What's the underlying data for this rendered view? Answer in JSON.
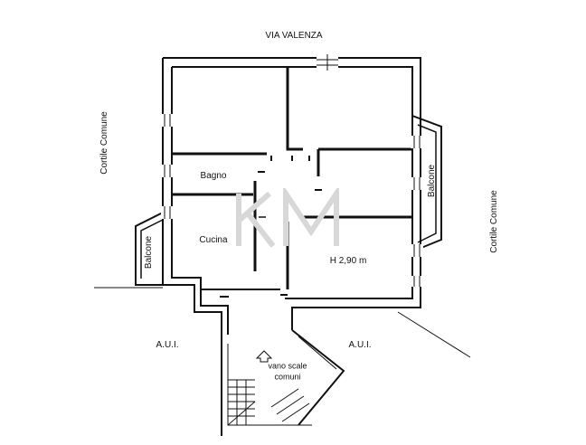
{
  "labels": {
    "street": "VIA VALENZA",
    "courtyard_left": "Cortile Comune",
    "courtyard_right": "Cortile Comune",
    "bathroom": "Bagno",
    "kitchen": "Cucina",
    "balcony_left": "Balcone",
    "balcony_right": "Balcone",
    "ceiling_height": "H 2,90 m",
    "aui_left": "A.U.I.",
    "aui_right": "A.U.I.",
    "stairs_line1": "vano scale",
    "stairs_line2": "comuni"
  },
  "watermark": {
    "text": "KM",
    "color": "#d8d8d8"
  },
  "colors": {
    "wall": "#111111",
    "background": "#ffffff"
  }
}
